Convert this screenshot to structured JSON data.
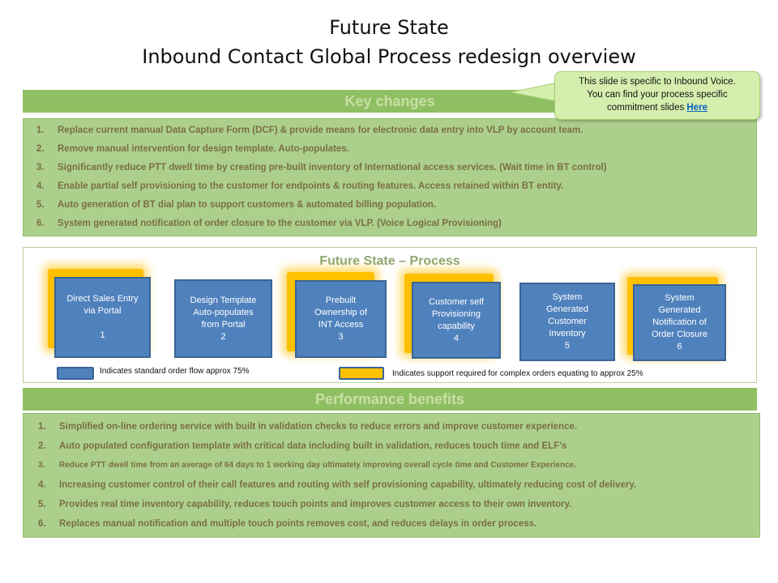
{
  "title": {
    "line1": "Future State",
    "line2": "Inbound Contact Global Process redesign overview"
  },
  "callout": {
    "line1": "This slide is specific to Inbound Voice.",
    "line2": "You can find your process specific",
    "line3": "commitment slides",
    "link": "Here"
  },
  "key_changes": {
    "heading": "Key changes",
    "items": [
      {
        "num": "1.",
        "text": "Replace current manual Data Capture Form (DCF) & provide means for electronic data entry into VLP by account team."
      },
      {
        "num": "2.",
        "text": "Remove manual intervention for design template. Auto-populates."
      },
      {
        "num": "3.",
        "text": "Significantly reduce PTT dwell time by creating pre-built inventory of International  access services. (Wait time in BT control)"
      },
      {
        "num": "4.",
        "text": "Enable partial self provisioning to the customer for endpoints & routing features. Access retained within BT entity."
      },
      {
        "num": "5.",
        "text": "Auto generation  of BT dial plan to support customers & automated billing population."
      },
      {
        "num": "6.",
        "text": "System generated notification of order closure to the customer via VLP. (Voice Logical Provisioning)"
      }
    ]
  },
  "process": {
    "heading": "Future State – Process",
    "steps": [
      {
        "l1": "Direct Sales Entry",
        "l2": "via Portal",
        "l3": "",
        "l4": "1"
      },
      {
        "l1": "Design Template",
        "l2": "Auto-populates",
        "l3": "from Portal",
        "l4": "2"
      },
      {
        "l1": "Prebuilt",
        "l2": "Ownership of",
        "l3": "INT Access",
        "l4": "3"
      },
      {
        "l1": "Customer self",
        "l2": "Provisioning",
        "l3": "capability",
        "l4": "4"
      },
      {
        "l1": "System",
        "l2": "Generated",
        "l3": "Customer",
        "l4": "Inventory",
        "l5": "5"
      },
      {
        "l1": "System",
        "l2": "Generated",
        "l3": "Notification  of",
        "l4": "Order Closure",
        "l5": "6"
      }
    ],
    "legend": {
      "standard": "Indicates standard order flow approx 75%",
      "support": "Indicates support required  for complex orders  equating  to approx 25%"
    }
  },
  "performance": {
    "heading": "Performance benefits",
    "items": [
      {
        "num": "1.",
        "text": "Simplified on-line ordering service with  built in validation  checks to reduce errors and improve  customer experience."
      },
      {
        "num": "2.",
        "text": "Auto populated configuration template with critical data  including built in validation, reduces touch time  and ELF’s"
      },
      {
        "num": "3.",
        "text": "Reduce  PTT dwell time from an average of 64 days to 1 working day ultimately improving overall cycle time  and Customer Experience."
      },
      {
        "num": "4.",
        "text": "Increasing customer control  of their  call features and routing with self provisioning capability, ultimately reducing  cost of delivery."
      },
      {
        "num": "5.",
        "text": "Provides real time inventory capability, reduces touch points and improves customer access to their own inventory."
      },
      {
        "num": "6.",
        "text": "Replaces manual notification and multiple touch points  removes cost, and reduces delays in order process."
      }
    ]
  },
  "colors": {
    "band": "#8fbf63",
    "panel": "#acd08b",
    "step": "#4f81bd",
    "glow": "#ffc000"
  }
}
